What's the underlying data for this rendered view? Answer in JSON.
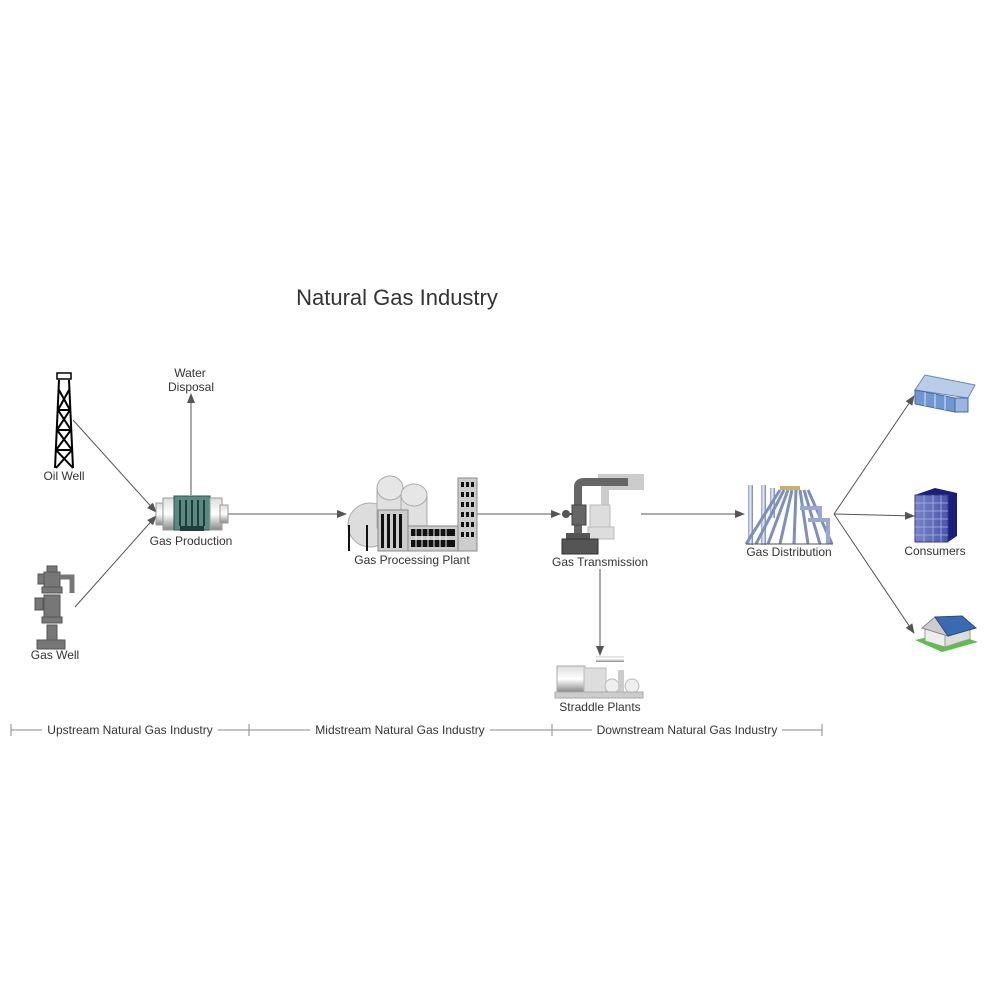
{
  "title": "Natural Gas Industry",
  "nodes": {
    "oil_well": "Oil Well",
    "gas_well": "Gas Well",
    "water_disposal_line1": "Water",
    "water_disposal_line2": "Disposal",
    "gas_production": "Gas Production",
    "gas_processing_plant": "Gas Processing Plant",
    "gas_transmission": "Gas Transmission",
    "straddle_plants": "Straddle Plants",
    "gas_distribution": "Gas Distribution",
    "consumers": "Consumers"
  },
  "timeline": {
    "upstream": "Upstream Natural Gas Industry",
    "midstream": "Midstream Natural Gas Industry",
    "downstream": "Downstream Natural Gas Industry"
  }
}
